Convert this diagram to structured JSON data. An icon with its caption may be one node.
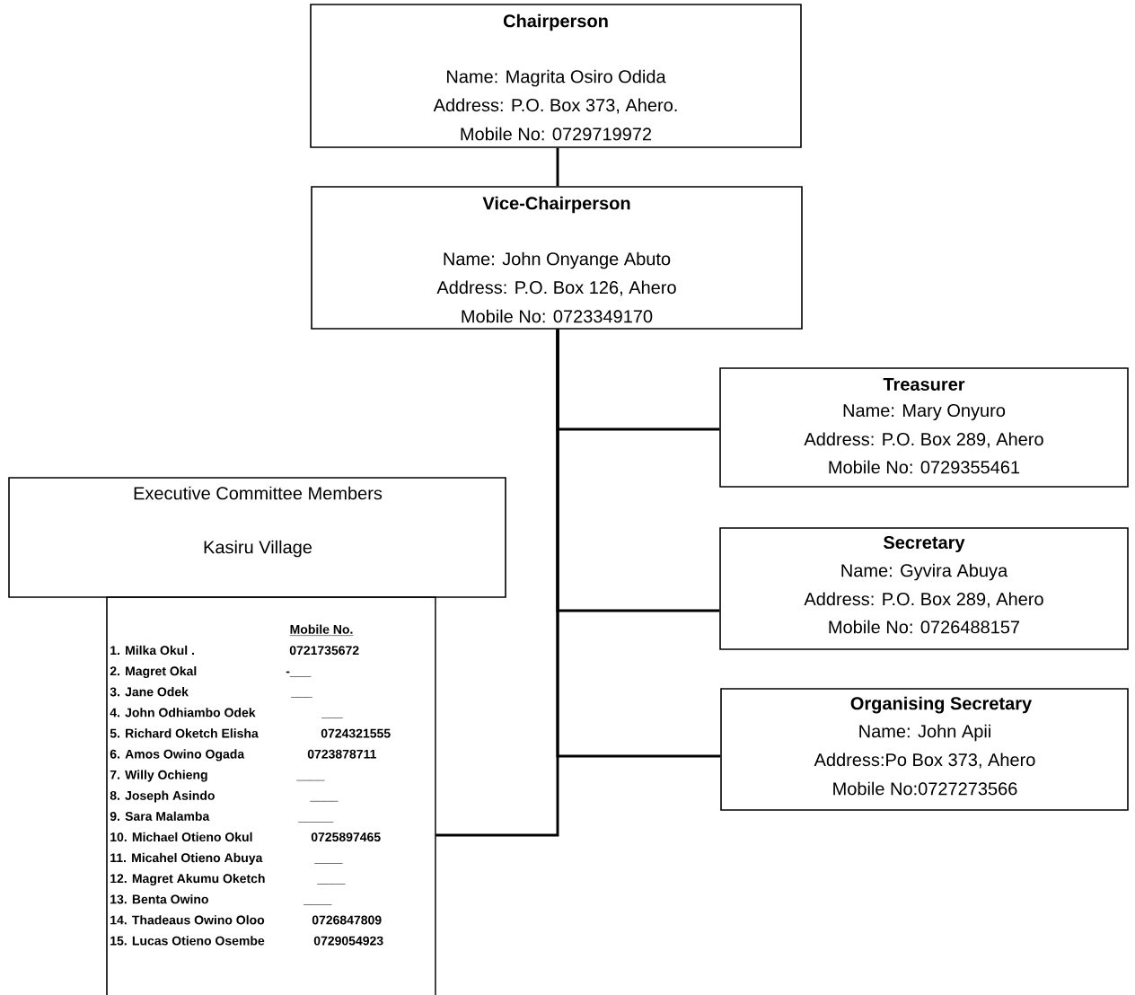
{
  "diagram": {
    "nodes": [
      {
        "text": [
          "Chairperson",
          "Name: Magrita Osiro Odida",
          "Address: P.O. Box 373, Ahero.",
          "Mobile No: 0729719972"
        ]
      },
      {
        "text": [
          "Vice-Chairperson",
          "Name: John Onyange Abuto",
          "Address: P.O. Box 126, Ahero",
          "Mobile No: 0723349170"
        ]
      },
      {
        "text": [
          "Treasurer",
          "Name: Mary Onyuro",
          "Address: P.O. Box 289, Ahero",
          "Mobile No: 0729355461"
        ]
      },
      {
        "text": [
          "Secretary",
          "Name: Gyvira Abuya",
          "Address: P.O. Box 289, Ahero",
          "Mobile No: 0726488157"
        ]
      },
      {
        "text": [
          "Organising Secretary",
          "Name: John Apii",
          "Address:Po Box 373, Ahero",
          "Mobile No:0727273566"
        ]
      },
      {
        "text": [
          "Executive Committee Members",
          "Kasiru Village"
        ]
      },
      {
        "text": [
          "Mobile No.",
          "1. Milka Okul .",
          "0721735672",
          "2. Magret Okal",
          "-___",
          "3. Jane Odek",
          "___",
          "4. John Odhiambo Odek",
          "___",
          "5. Richard Oketch Elisha",
          "0724321555",
          "6. Amos Owino Ogada",
          "0723878711",
          "7. Willy Ochieng",
          "____",
          "8. Joseph Asindo",
          "____",
          "9. Sara Malamba",
          "_____",
          "10. Michael Otieno Okul",
          "0725897465",
          "11. Micahel Otieno Abuya",
          "____",
          "12. Magret Akumu Oketch",
          "____",
          "13. Benta Owino",
          "____",
          "14. Thadeaus Owino Oloo",
          "0726847809",
          "15. Lucas Otieno Osembe",
          "0729054923"
        ]
      }
    ],
    "edges": [
      {
        "from": 0,
        "to": 1,
        "arrow": "none"
      },
      {
        "from": 1,
        "to": 2,
        "arrow": "none"
      },
      {
        "from": 1,
        "to": 3,
        "arrow": "none"
      },
      {
        "from": 1,
        "to": 4,
        "arrow": "none"
      },
      {
        "from": 1,
        "to": 6,
        "arrow": "none"
      }
    ]
  }
}
